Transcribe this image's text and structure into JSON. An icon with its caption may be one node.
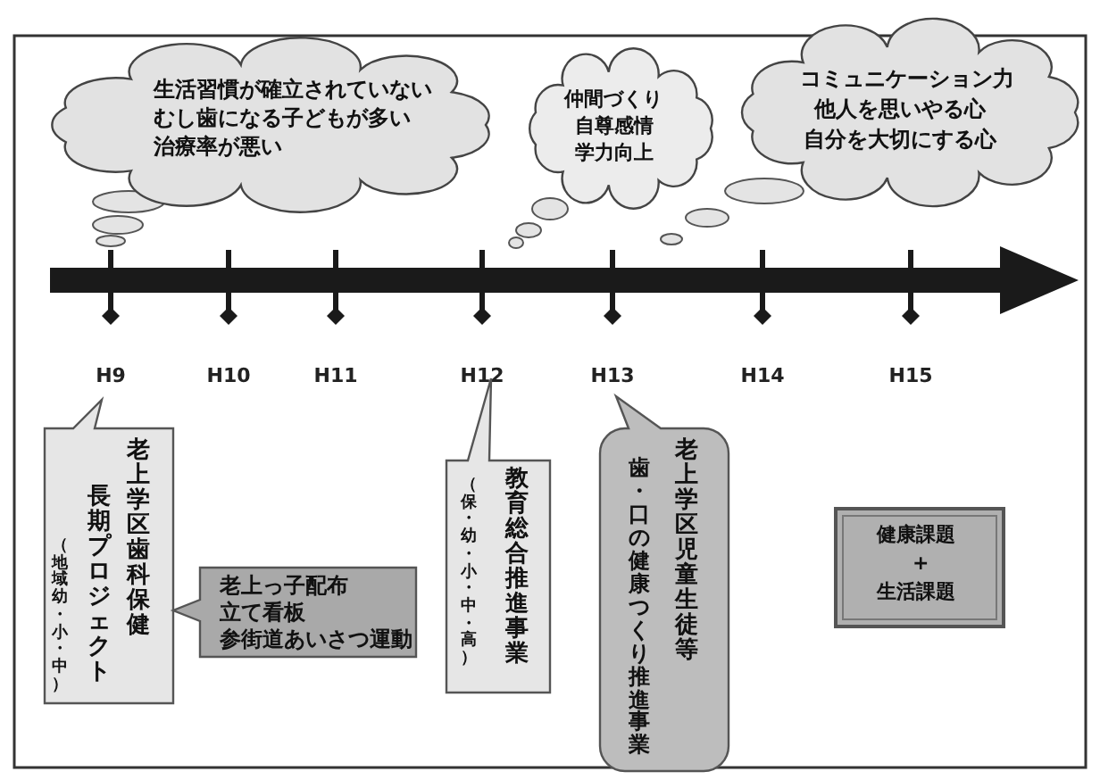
{
  "diagram": {
    "nodes": [
      {
        "text": [
          "生活習慣が確立されていない",
          "むし歯になる子どもが多い",
          "治療率が悪い"
        ]
      },
      {
        "text": [
          "仲間づくり",
          "自尊感情",
          "学力向上"
        ]
      },
      {
        "text": [
          "コミュニケーション力",
          "他人を思いやる心",
          "自分を大切にする心"
        ]
      },
      {
        "text": [
          "（地域幼・小・中）",
          "長期プロジェクト",
          "老上学区歯科保健"
        ]
      },
      {
        "text": [
          "老上っ子配布",
          "立て看板",
          "参街道あいさつ運動"
        ]
      },
      {
        "text": [
          "（保・幼・小・中・高）",
          "教育総合推進事業"
        ]
      },
      {
        "text": [
          "歯・口の健康つくり推進事業",
          "老上学区児童生徒等"
        ]
      },
      {
        "text": [
          "健康課題",
          "+",
          "生活課題"
        ]
      }
    ],
    "labels": [
      "H9",
      "H10",
      "H11",
      "H12",
      "H13",
      "H14",
      "H15"
    ]
  }
}
